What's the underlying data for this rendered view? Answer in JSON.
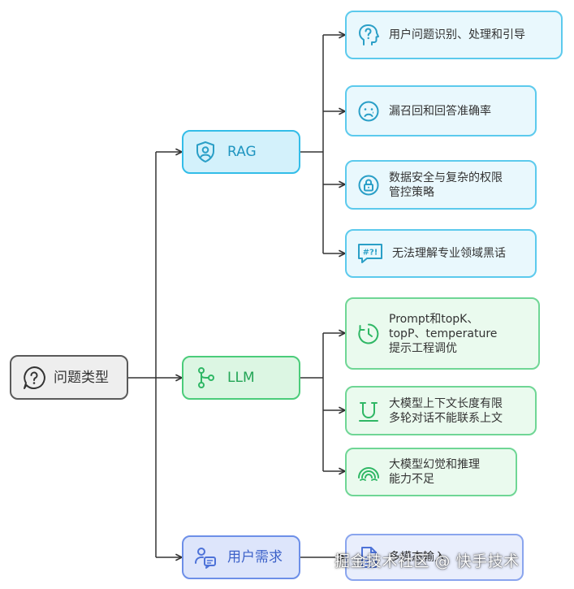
{
  "root": {
    "label": "问题类型",
    "icon": "help-bubble-icon"
  },
  "categories": [
    {
      "id": "rag",
      "label": "RAG",
      "icon": "shield-user-icon",
      "color": "#33bde8",
      "items": [
        {
          "label": "用户问题识别、处理和引导",
          "icon": "question-head-icon"
        },
        {
          "label": "漏召回和回答准确率",
          "icon": "sad-face-icon"
        },
        {
          "label": "数据安全与复杂的权限\n管控策略",
          "icon": "lock-icon"
        },
        {
          "label": "无法理解专业领域黑话",
          "icon": "jargon-bubble-icon"
        }
      ]
    },
    {
      "id": "llm",
      "label": "LLM",
      "icon": "branch-icon",
      "color": "#4bcc7a",
      "items": [
        {
          "label": "Prompt和topK、\ntopP、temperature\n提示工程调优",
          "icon": "history-icon"
        },
        {
          "label": "大模型上下文长度有限\n多轮对话不能联系上文",
          "icon": "magnet-icon"
        },
        {
          "label": "大模型幻觉和推理\n能力不足",
          "icon": "rainbow-icon"
        }
      ]
    },
    {
      "id": "user",
      "label": "用户需求",
      "icon": "user-chat-icon",
      "color": "#6d8fe8",
      "items": [
        {
          "label": "多模态输入",
          "icon": "document-icon"
        }
      ]
    }
  ],
  "watermark": "掘金技术社区 @ 快手技术"
}
